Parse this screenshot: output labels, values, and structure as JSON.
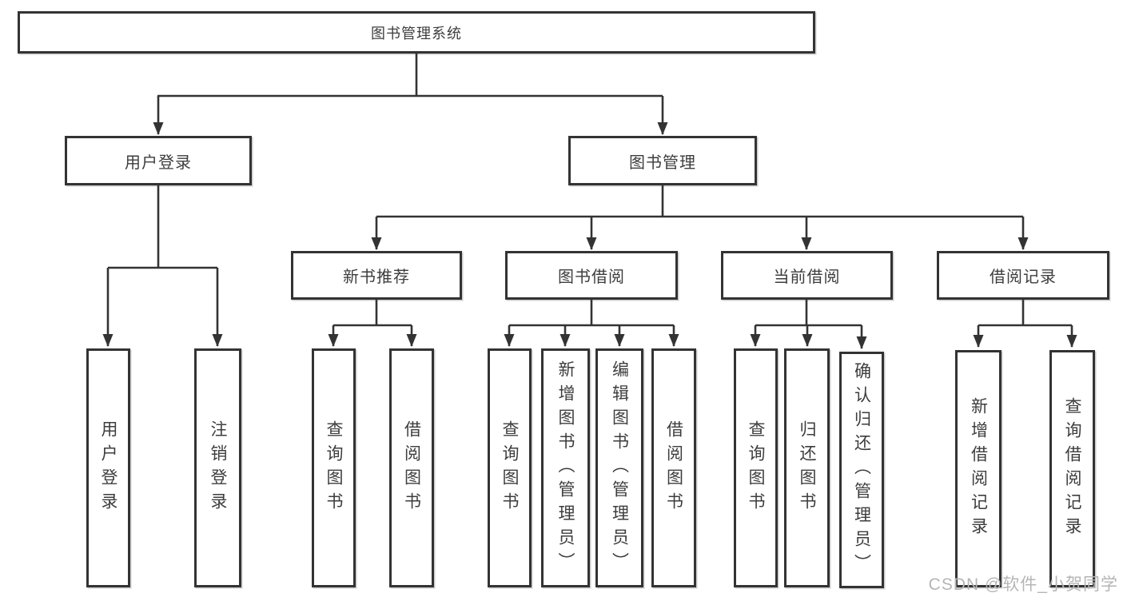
{
  "nodes": {
    "root": "图书管理系统",
    "user_login": "用户登录",
    "book_mgmt": "图书管理",
    "new_book_rec": "新书推荐",
    "book_borrow": "图书借阅",
    "current_borrow": "当前借阅",
    "borrow_record": "借阅记录",
    "leaf_login": "用户登录",
    "leaf_logout": "注销登录",
    "leaf_nbr_query": "查询图书",
    "leaf_nbr_borrow": "借阅图书",
    "leaf_bb_query": "查询图书",
    "leaf_bb_add": "新增图书（管理员）",
    "leaf_bb_edit": "编辑图书（管理员）",
    "leaf_bb_borrow": "借阅图书",
    "leaf_cb_query": "查询图书",
    "leaf_cb_return": "归还图书",
    "leaf_cb_confirm": "确认归还（管理员）",
    "leaf_br_add": "新增借阅记录",
    "leaf_br_query": "查询借阅记录"
  },
  "hierarchy": {
    "图书管理系统": [
      "用户登录",
      "图书管理"
    ],
    "用户登录": [
      "用户登录",
      "注销登录"
    ],
    "图书管理": [
      "新书推荐",
      "图书借阅",
      "当前借阅",
      "借阅记录"
    ],
    "新书推荐": [
      "查询图书",
      "借阅图书"
    ],
    "图书借阅": [
      "查询图书",
      "新增图书（管理员）",
      "编辑图书（管理员）",
      "借阅图书"
    ],
    "当前借阅": [
      "查询图书",
      "归还图书",
      "确认归还（管理员）"
    ],
    "借阅记录": [
      "新增借阅记录",
      "查询借阅记录"
    ]
  },
  "watermark": "CSDN @软件_小贺同学",
  "colors": {
    "line": "#333333",
    "text": "#3d3d3d",
    "watermark": "#b5b5b5",
    "background": "#ffffff"
  }
}
